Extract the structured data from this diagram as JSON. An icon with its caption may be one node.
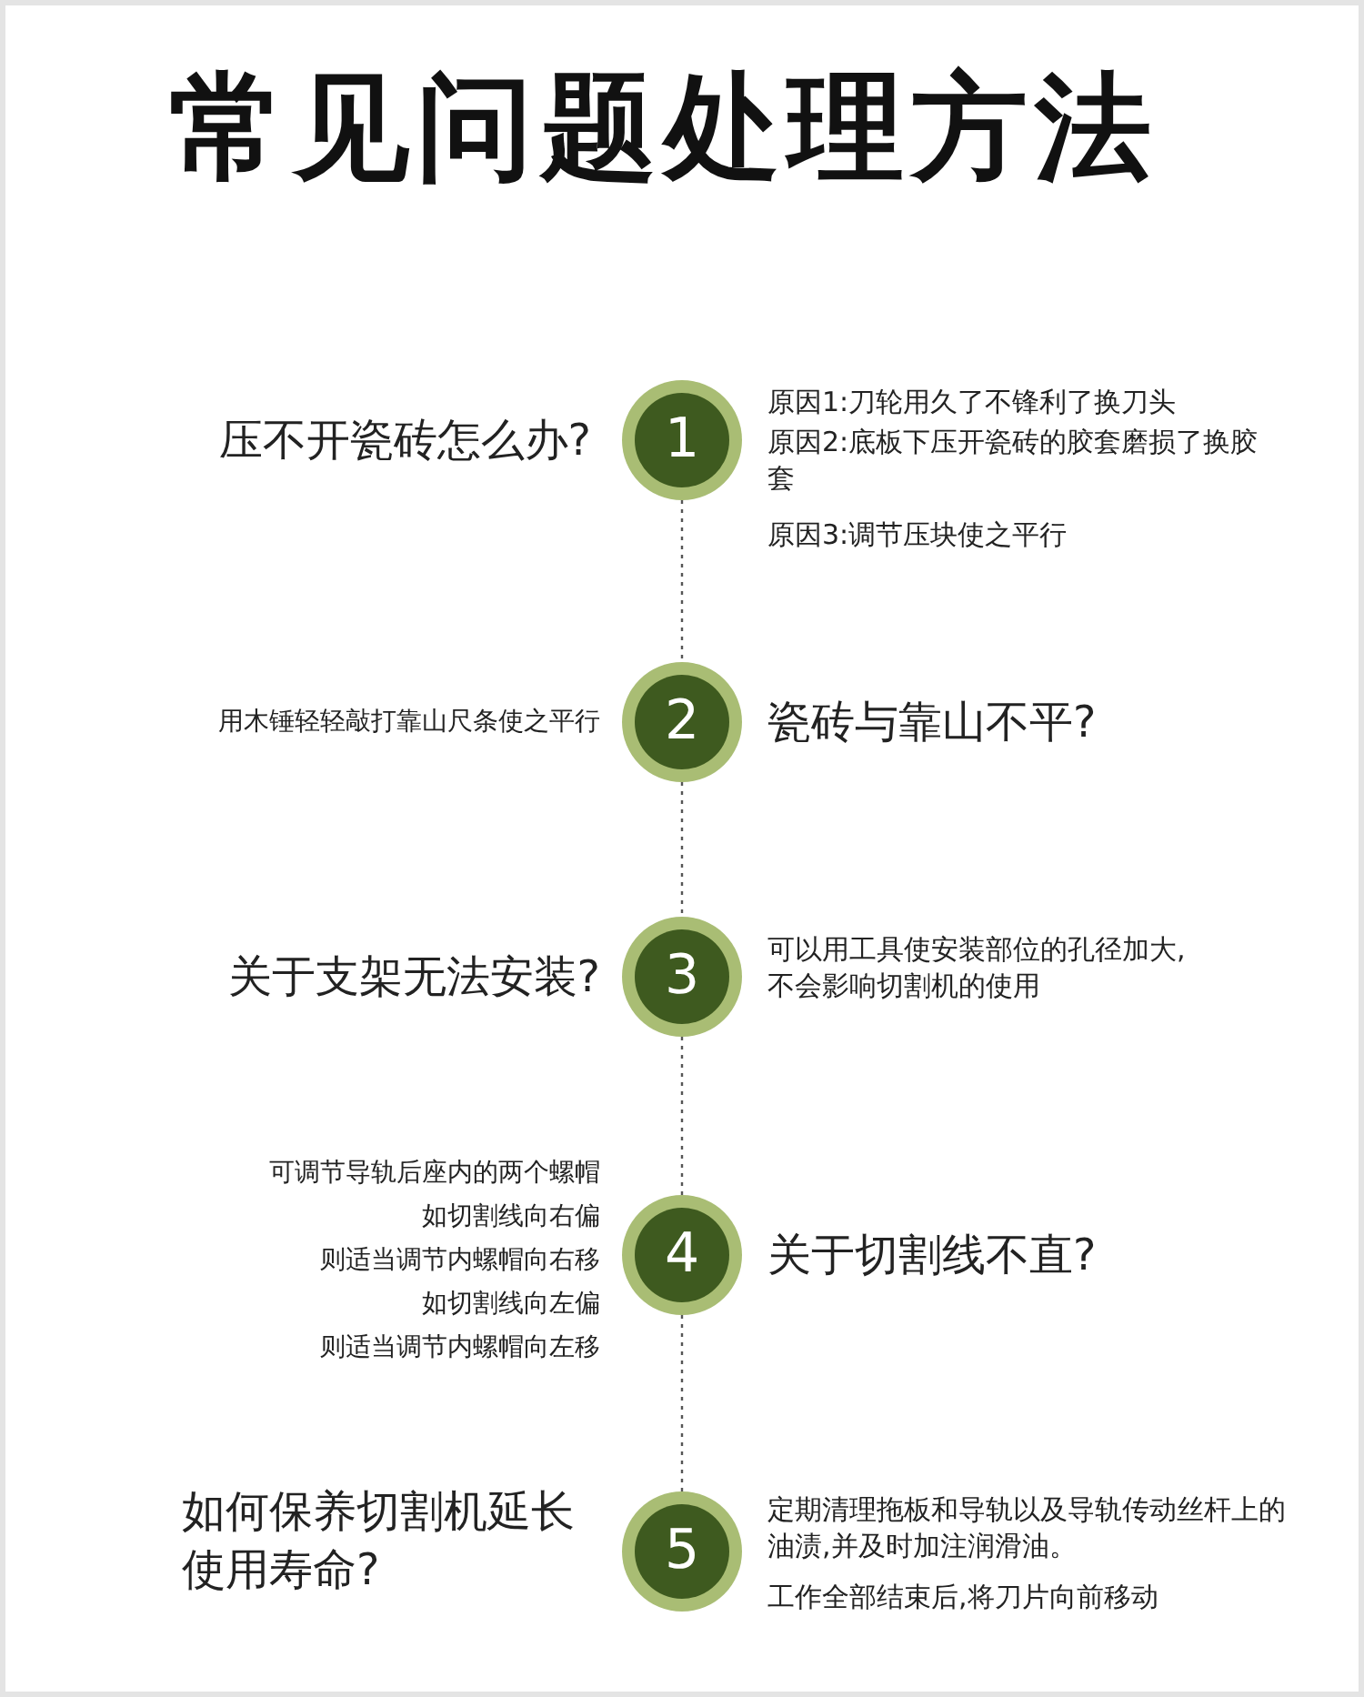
{
  "diagram": {
    "title": "常见问题处理方法",
    "nodes": [
      {
        "text": [
          "1"
        ],
        "beside": [
          "压不开瓷砖怎么办?",
          "原因1:刀轮用久了不锋利了换刀头",
          "原因2:底板下压开瓷砖的胶套磨损了换胶套",
          "原因3:调节压块使之平行"
        ]
      },
      {
        "text": [
          "2"
        ],
        "beside": [
          "用木锤轻轻敲打靠山尺条使之平行",
          "瓷砖与靠山不平?"
        ]
      },
      {
        "text": [
          "3"
        ],
        "beside": [
          "关于支架无法安装?",
          "可以用工具使安装部位的孔径加大,不会影响切割机的使用"
        ]
      },
      {
        "text": [
          "4"
        ],
        "beside": [
          "可调节导轨后座内的两个螺帽",
          "如切割线向右偏",
          "则适当调节内螺帽向右移",
          "如切割线向左偏",
          "则适当调节内螺帽向左移",
          "关于切割线不直?"
        ]
      },
      {
        "text": [
          "5"
        ],
        "beside": [
          "如何保养切割机延长使用寿命?",
          "定期清理拖板和导轨以及导轨传动丝杆上的油渍,并及时加注润滑油。",
          "工作全部结束后,将刀片向前移动"
        ]
      }
    ],
    "edges": [
      {
        "from": 0,
        "to": 1,
        "arrow": "none",
        "style": "dashed"
      },
      {
        "from": 1,
        "to": 2,
        "arrow": "none",
        "style": "dashed"
      },
      {
        "from": 2,
        "to": 3,
        "arrow": "none",
        "style": "dashed"
      },
      {
        "from": 3,
        "to": 4,
        "arrow": "none",
        "style": "dashed"
      }
    ]
  }
}
